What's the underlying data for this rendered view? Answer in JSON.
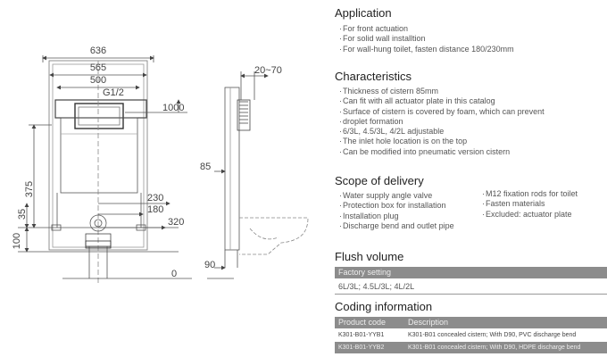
{
  "drawing": {
    "dims": {
      "w636": "636",
      "w565": "565",
      "w500": "500",
      "thread": "G1/2",
      "h1000": "1000",
      "h375": "375",
      "h35": "35",
      "h100": "100",
      "d230": "230",
      "d180": "180",
      "d320": "320",
      "zero": "0",
      "depth": "20~70",
      "d85": "85",
      "d90": "90"
    }
  },
  "application": {
    "title": "Application",
    "items": [
      "For front actuation",
      "For solid wall installtion",
      "For wall-hung toilet, fasten distance 180/230mm"
    ]
  },
  "characteristics": {
    "title": "Characteristics",
    "items": [
      "Thickness of cistern 85mm",
      "Can fit with all actuator plate in this catalog",
      "Surface of cistern is covered by foam, which can prevent",
      "droplet formation",
      "6/3L, 4.5/3L, 4/2L adjustable",
      "The inlet hole location is on the top",
      "Can be modified into pneumatic version cistern"
    ]
  },
  "scope": {
    "title": "Scope of delivery",
    "left": [
      "Water supply angle valve",
      "Protection box for installation",
      "Installation plug",
      "Discharge bend and outlet pipe"
    ],
    "right": [
      "M12 fixation rods for toilet",
      "Fasten materials",
      "Excluded: actuator plate"
    ]
  },
  "flush": {
    "title": "Flush volume",
    "header": "Factory setting",
    "value": "6L/3L; 4.5L/3L; 4L/2L"
  },
  "coding": {
    "title": "Coding information",
    "col_code": "Product code",
    "col_desc": "Description",
    "rows": [
      {
        "code": "K301-B01-YYB1",
        "desc": "K301-B01 concealed cistern; With D90, PVC discharge bend"
      },
      {
        "code": "K301-B01-YYB2",
        "desc": "K301-B01 concealed cistern; With D90, HDPE discharge bend"
      }
    ]
  }
}
